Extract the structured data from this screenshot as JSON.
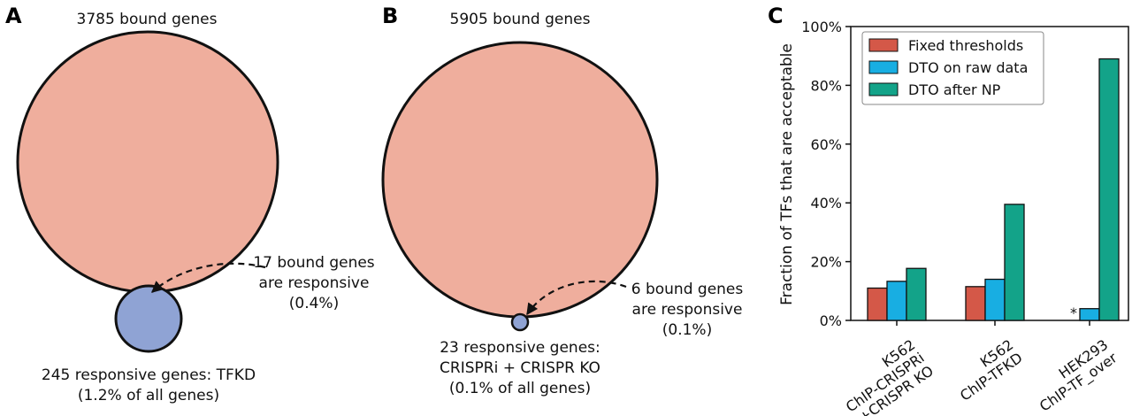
{
  "panel_a": {
    "letter": "A",
    "bound_label": "3785 bound genes",
    "overlap_label": [
      "17 bound genes",
      "are responsive",
      "(0.4%)"
    ],
    "responsive_label": [
      "245 responsive genes: TFKD",
      "(1.2% of all genes)"
    ]
  },
  "panel_b": {
    "letter": "B",
    "bound_label": "5905 bound genes",
    "overlap_label": [
      "6 bound genes",
      "are responsive",
      "(0.1%)"
    ],
    "responsive_label": [
      "23 responsive genes:",
      "CRISPRi + CRISPR KO",
      "(0.1% of all genes)"
    ]
  },
  "colors": {
    "bound_circle": "#efae9d",
    "responsive_circle": "#8fa3d4",
    "fixed": "#d45848",
    "dto_raw": "#18aee2",
    "dto_np": "#13a389"
  },
  "chart_data": {
    "letter": "C",
    "type": "bar",
    "ylabel": "Fraction of TFs that are acceptable",
    "ylim": [
      0,
      100
    ],
    "yticks": [
      "0%",
      "20%",
      "40%",
      "60%",
      "80%",
      "100%"
    ],
    "categories": [
      [
        "K562",
        "ChIP-CRISPRi",
        "+CRISPR KO"
      ],
      [
        "K562",
        "ChIP-TFKD"
      ],
      [
        "HEK293",
        "ChIP-TF_over"
      ]
    ],
    "series": [
      {
        "name": "Fixed thresholds",
        "values": [
          11,
          11.5,
          0
        ]
      },
      {
        "name": "DTO on raw data",
        "values": [
          13.3,
          14,
          4
        ]
      },
      {
        "name": "DTO after NP",
        "values": [
          17.7,
          39.5,
          89
        ]
      }
    ],
    "annotations": [
      {
        "category_index": 2,
        "series_index": 0,
        "text": "*"
      }
    ],
    "legend": "top-left",
    "grid": false
  }
}
